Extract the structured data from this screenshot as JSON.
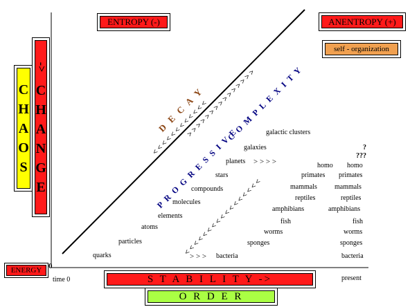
{
  "top_labels": {
    "entropy": "ENTROPY (-)",
    "anentropy": "ANENTROPY (+)",
    "self_org": "self - organization"
  },
  "side_labels": {
    "chaos": [
      "C",
      "H",
      "A",
      "O",
      "S"
    ],
    "change": [
      "C",
      "H",
      "A",
      "N",
      "G",
      "E"
    ],
    "change_arrow": "->"
  },
  "bottom_labels": {
    "energy": "ENERGY",
    "zero": "0",
    "time0": "time 0",
    "present": "present",
    "stability": "S T A B I L I T Y ->",
    "order": "O R D E R"
  },
  "diagonal_labels": {
    "decay": "D E C A Y",
    "decay_arrows": "< < < < < < < < < < < <",
    "progressive": "P R O G R E S S I V E",
    "complexity": "C O M P L E X I T Y",
    "progress_arrows": "> > > > > > > > > > > > > > >",
    "lower_arrows": "< < < < < < < < < < < < < < < < <"
  },
  "left_sequence": [
    "quarks",
    "particles",
    "atoms",
    "elements",
    "molecules",
    "compounds",
    "stars",
    "planets",
    "galaxies",
    "galactic clusters"
  ],
  "middle_sequence": [
    "bacteria",
    "sponges",
    "worms",
    "fish",
    "amphibians",
    "reptiles",
    "mammals",
    "primates",
    "homo"
  ],
  "right_sequence": [
    "bacteria",
    "sponges",
    "worms",
    "fish",
    "amphibians",
    "reptiles",
    "mammals",
    "primates",
    "homo",
    "???",
    "?"
  ],
  "inline_arrows": {
    "planets_arrows": "> > > >",
    "bacteria_arrows": "> > >"
  }
}
